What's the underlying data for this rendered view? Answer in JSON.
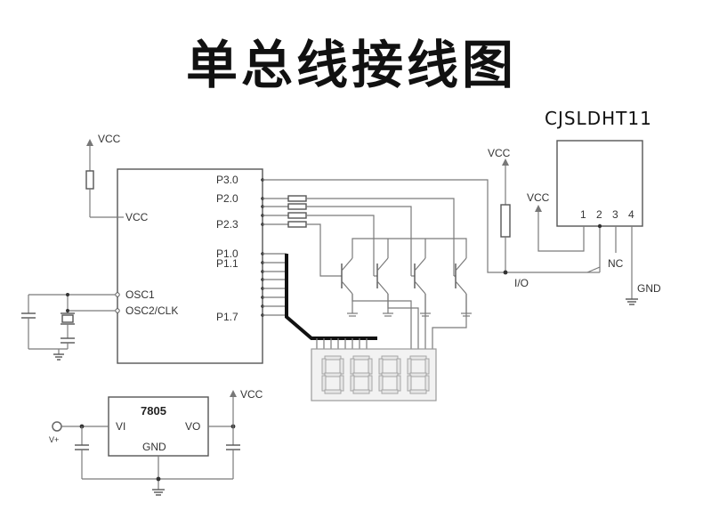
{
  "title": "单总线接线图",
  "sensor": {
    "name": "CJSLDHT11",
    "pins": [
      "1",
      "2",
      "3",
      "4"
    ],
    "nc": "NC",
    "gnd": "GND",
    "vcc": "VCC",
    "io": "I/O"
  },
  "mcu": {
    "vcc_top": "VCC",
    "vcc_pin": "VCC",
    "osc1": "OSC1",
    "osc2": "OSC2/CLK",
    "ports": [
      "P3.0",
      "P2.0",
      "P2.3",
      "P1.0",
      "P1.1",
      "P1.7"
    ]
  },
  "pullup_vcc": "VCC",
  "regulator": {
    "name": "7805",
    "vi": "VI",
    "vo": "VO",
    "gnd": "GND",
    "vcc": "VCC",
    "vplus": "V+"
  }
}
